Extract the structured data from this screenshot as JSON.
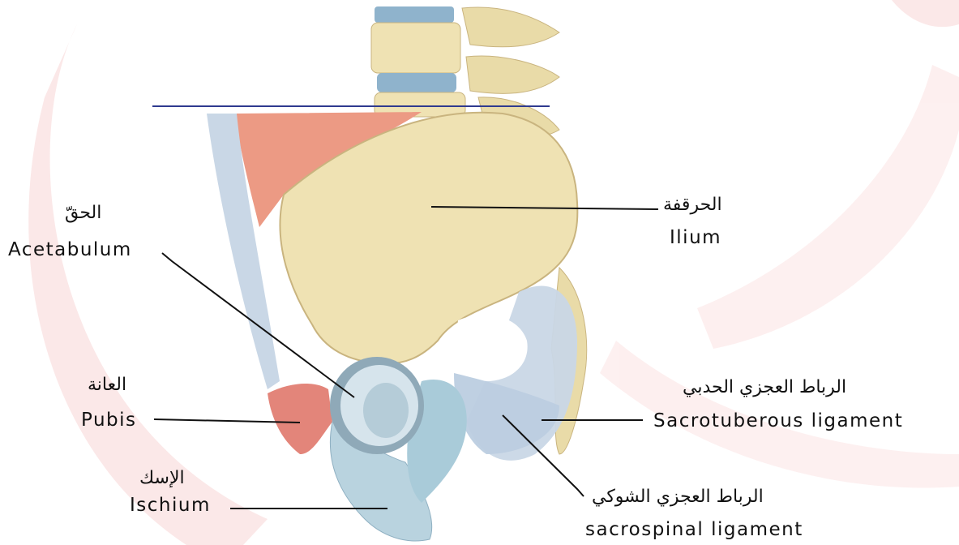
{
  "colors": {
    "bone": "#efe2b3",
    "bone_shade": "#cdb98a",
    "ligament": "#c9d7e6",
    "cartilage": "#a9cbd9",
    "muscle": "#ec9a84",
    "pubis_red": "#e3857a",
    "watermark": "#fbe7e7",
    "disc": "#8fb3cc",
    "leader": "#111111",
    "plane_line": "#2f3a8f"
  },
  "labels": {
    "acetabulum": {
      "ar": "الحقّ",
      "en": "Acetabulum"
    },
    "ilium": {
      "ar": "الحرقفة",
      "en": "Ilium"
    },
    "pubis": {
      "ar": "العانة",
      "en": "Pubis"
    },
    "ischium": {
      "ar": "الإسك",
      "en": "Ischium"
    },
    "sacrotuberous": {
      "ar": "الرباط العجزي الحدبي",
      "en": "Sacrotuberous ligament"
    },
    "sacrospinal": {
      "ar": "الرباط العجزي الشوكي",
      "en": "sacrospinal ligament"
    }
  }
}
